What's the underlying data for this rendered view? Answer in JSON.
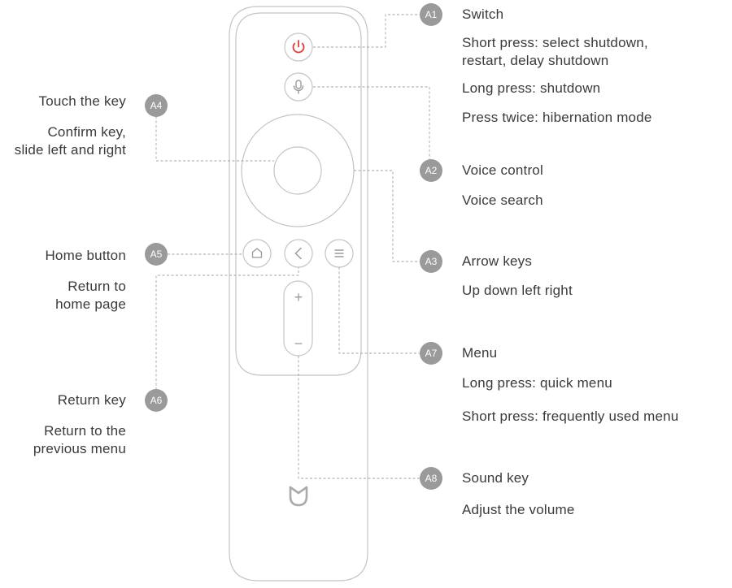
{
  "callouts": [
    {
      "id": "A1",
      "title": "Switch",
      "lines": [
        "Short press: select shutdown,",
        "restart, delay shutdown",
        "Long press: shutdown",
        "Press twice: hibernation mode"
      ]
    },
    {
      "id": "A2",
      "title": "Voice control",
      "lines": [
        "Voice search"
      ]
    },
    {
      "id": "A3",
      "title": "Arrow keys",
      "lines": [
        "Up down left right"
      ]
    },
    {
      "id": "A4",
      "title": "Touch the key",
      "lines": [
        "Confirm key,",
        "slide left and right"
      ]
    },
    {
      "id": "A5",
      "title": "Home button",
      "lines": [
        "Return to",
        "home page"
      ]
    },
    {
      "id": "A6",
      "title": "Return key",
      "lines": [
        "Return to the",
        "previous menu"
      ]
    },
    {
      "id": "A7",
      "title": "Menu",
      "lines": [
        "Long press: quick menu",
        "Short press: frequently used menu"
      ]
    },
    {
      "id": "A8",
      "title": "Sound key",
      "lines": [
        "Adjust the volume"
      ]
    }
  ],
  "buttons": {
    "volume_plus": "+",
    "volume_minus": "−"
  },
  "colors": {
    "power_red": "#e03b3b",
    "outline": "#bdbdbd",
    "badge": "#9a9a9a",
    "leader": "#9e9e9e"
  },
  "icons": {
    "power": "power-icon",
    "mic": "microphone-icon",
    "home": "home-icon",
    "back": "chevron-left-icon",
    "menu": "menu-icon",
    "logo": "mi-logo-icon"
  }
}
